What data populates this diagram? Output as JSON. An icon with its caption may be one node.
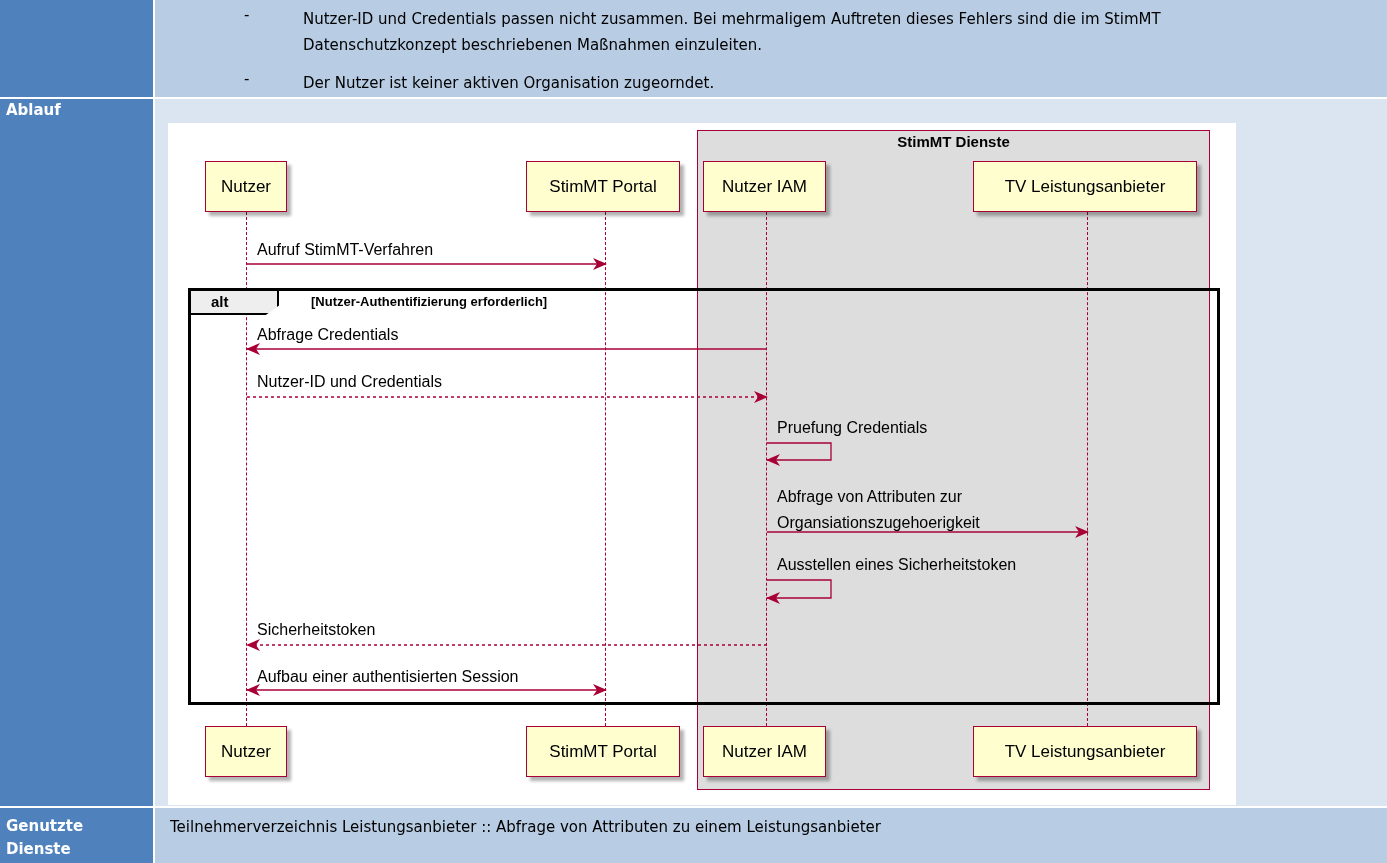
{
  "diagram": {
    "nodes": [
      {
        "text": [
          "StimMT Dienste"
        ]
      },
      {
        "text": [
          "Nutzer"
        ]
      },
      {
        "text": [
          "StimMT Portal"
        ]
      },
      {
        "text": [
          "Nutzer IAM"
        ],
        "in": 0
      },
      {
        "text": [
          "TV Leistungsanbieter"
        ],
        "in": 0
      },
      {
        "text": [
          "Nutzer"
        ]
      },
      {
        "text": [
          "StimMT Portal"
        ]
      },
      {
        "text": [
          "Nutzer IAM"
        ],
        "in": 0
      },
      {
        "text": [
          "TV Leistungsanbieter"
        ],
        "in": 0
      },
      {
        "text": [],
        "shape": "line"
      },
      {
        "text": [],
        "shape": "line"
      },
      {
        "text": [],
        "shape": "line",
        "in": 0
      },
      {
        "text": [],
        "shape": "line",
        "in": 0
      }
    ],
    "edges": [
      {
        "from": 9,
        "to": 10,
        "arrow": "to",
        "label": "Aufruf StimMT-Verfahren"
      },
      {
        "from": 11,
        "to": 9,
        "arrow": "to",
        "label": "Abfrage Credentials"
      },
      {
        "from": 9,
        "to": 11,
        "arrow": "to",
        "label": "Nutzer-ID und Credentials",
        "style": "dashed"
      },
      {
        "from": 11,
        "to": 11,
        "arrow": "to",
        "label": "Pruefung Credentials"
      },
      {
        "from": 11,
        "to": 12,
        "arrow": "to",
        "label": "Abfrage von Attributen zur Organsiationszugehoerigkeit"
      },
      {
        "from": 11,
        "to": 11,
        "arrow": "to",
        "label": "Ausstellen eines Sicherheitstoken"
      },
      {
        "from": 11,
        "to": 9,
        "arrow": "to",
        "label": "Sicherheitstoken",
        "style": "dashed"
      },
      {
        "from": 9,
        "to": 10,
        "arrow": "both",
        "label": "Aufbau einer authentisierten Session"
      }
    ],
    "labels": [
      "-",
      "Nutzer-ID und Credentials passen nicht zusammen. Bei mehrmaligem Auftreten dieses Fehlers sind die im StimMT Datenschutzkonzept beschriebenen Maßnahmen einzuleiten.",
      "-",
      "Der Nutzer ist keiner aktiven Organisation zugeorndet.",
      "Ablauf",
      "alt",
      "[Nutzer-Authentifizierung erforderlich]",
      "Genutzte Dienste",
      "Teilnehmerverzeichnis Leistungsanbieter :: Abfrage von Attributen zu einem Leistungsanbieter"
    ]
  }
}
